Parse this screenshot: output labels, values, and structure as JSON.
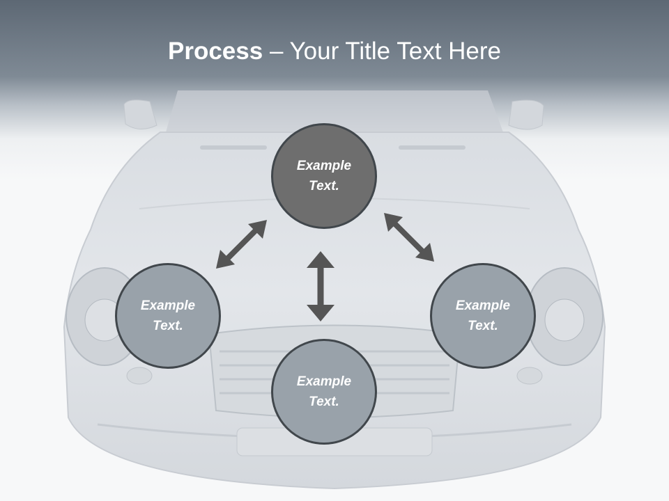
{
  "slide": {
    "title_bold": "Process",
    "title_rest": " – Your Title Text Here",
    "circles": {
      "top": "Example Text.",
      "left": "Example Text.",
      "bottom": "Example Text.",
      "right": "Example Text."
    }
  },
  "colors": {
    "header_top": "#5d6874",
    "top_circle": "#6e6e6e",
    "side_circles": "#99a2aa",
    "arrows": "#555555",
    "circle_border": "#41474c"
  },
  "icons": [
    "double-arrow-icon"
  ]
}
